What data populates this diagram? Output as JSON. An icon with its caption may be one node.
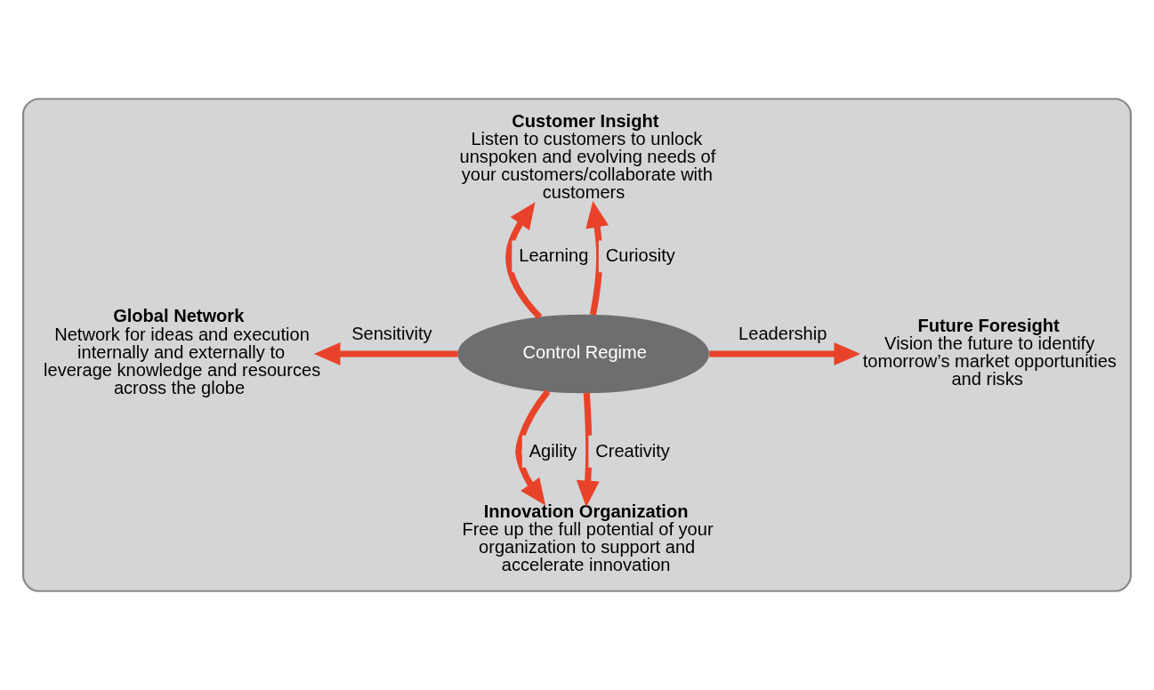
{
  "diagram": {
    "nodes": [
      {
        "text": [],
        "shape": "ellipse"
      },
      {
        "text": [
          "Customer Insight",
          "Listen to customers to unlock unspoken and evolving needs of your customers/collaborate with customers"
        ],
        "in": 0
      },
      {
        "text": [
          "Global Network",
          "Network for ideas and execution internally and externally to leverage knowledge and resources across the globe"
        ],
        "in": 0
      },
      {
        "text": [
          "Control Regime"
        ],
        "in": 0
      },
      {
        "text": [
          "Future Foresight",
          "Vision the future to identify tomorrow’s market opportunities and risks"
        ],
        "in": 0
      },
      {
        "text": [
          "Innovation Organization",
          "Free up the full potential of your organization to support and accelerate innovation"
        ],
        "in": 0
      }
    ],
    "edges": [
      {
        "from": 3,
        "to": 1,
        "arrow": "to",
        "label": "Learning"
      },
      {
        "from": 3,
        "to": 1,
        "arrow": "to",
        "label": "Curiosity"
      },
      {
        "from": 3,
        "to": 2,
        "arrow": "to",
        "label": "Sensitivity"
      },
      {
        "from": 3,
        "to": 4,
        "arrow": "to",
        "label": "Leadership"
      },
      {
        "from": 3,
        "to": 5,
        "arrow": "to",
        "label": "Agility"
      },
      {
        "from": 3,
        "to": 5,
        "arrow": "to",
        "label": "Creativity"
      }
    ]
  }
}
